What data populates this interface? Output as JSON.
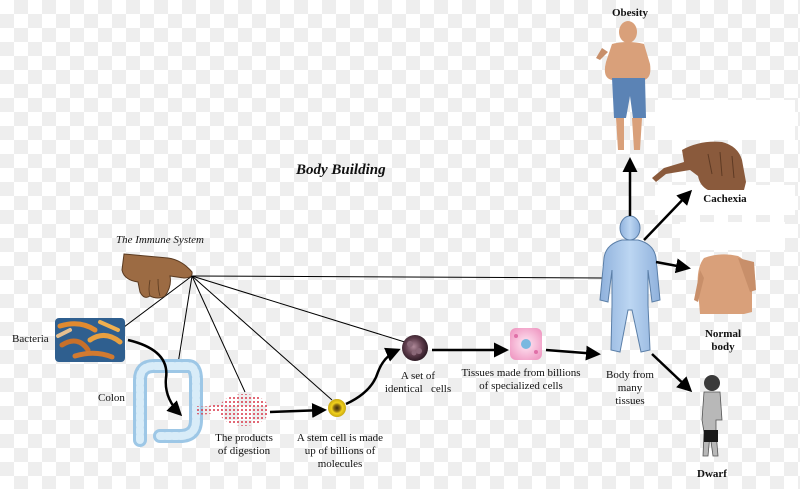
{
  "title": "Body Building",
  "immune_system": "The Immune System",
  "bacteria": "Bacteria",
  "colon": "Colon",
  "digestion_products": [
    "The products",
    "of digestion"
  ],
  "stem_cell": [
    "A stem cell is made",
    "up of billions of",
    "molecules"
  ],
  "identical_cells": [
    "A set of",
    "identical   cells"
  ],
  "tissues": [
    "Tissues made from billions",
    "of specialized cells"
  ],
  "body": [
    "Body from",
    "many",
    "tissues"
  ],
  "obesity": "Obesity",
  "cachexia": "Cachexia",
  "normal_body": [
    "Normal",
    "body"
  ],
  "dwarf": "Dwarf",
  "colors": {
    "body_fill": "#a9c7ea",
    "body_stroke": "#5b7fa8",
    "hand": "#9c6b43",
    "skin": "#d9a07a",
    "cachexia_skin": "#8a5a3c",
    "stem_cell": "#f2d21c",
    "cell_cluster": "#5c3b4a",
    "tissue": "#f4b0cf",
    "digestion": "#d8384a",
    "bacteria_bg": "#2f5f8f",
    "jeans": "#5b83b5"
  }
}
